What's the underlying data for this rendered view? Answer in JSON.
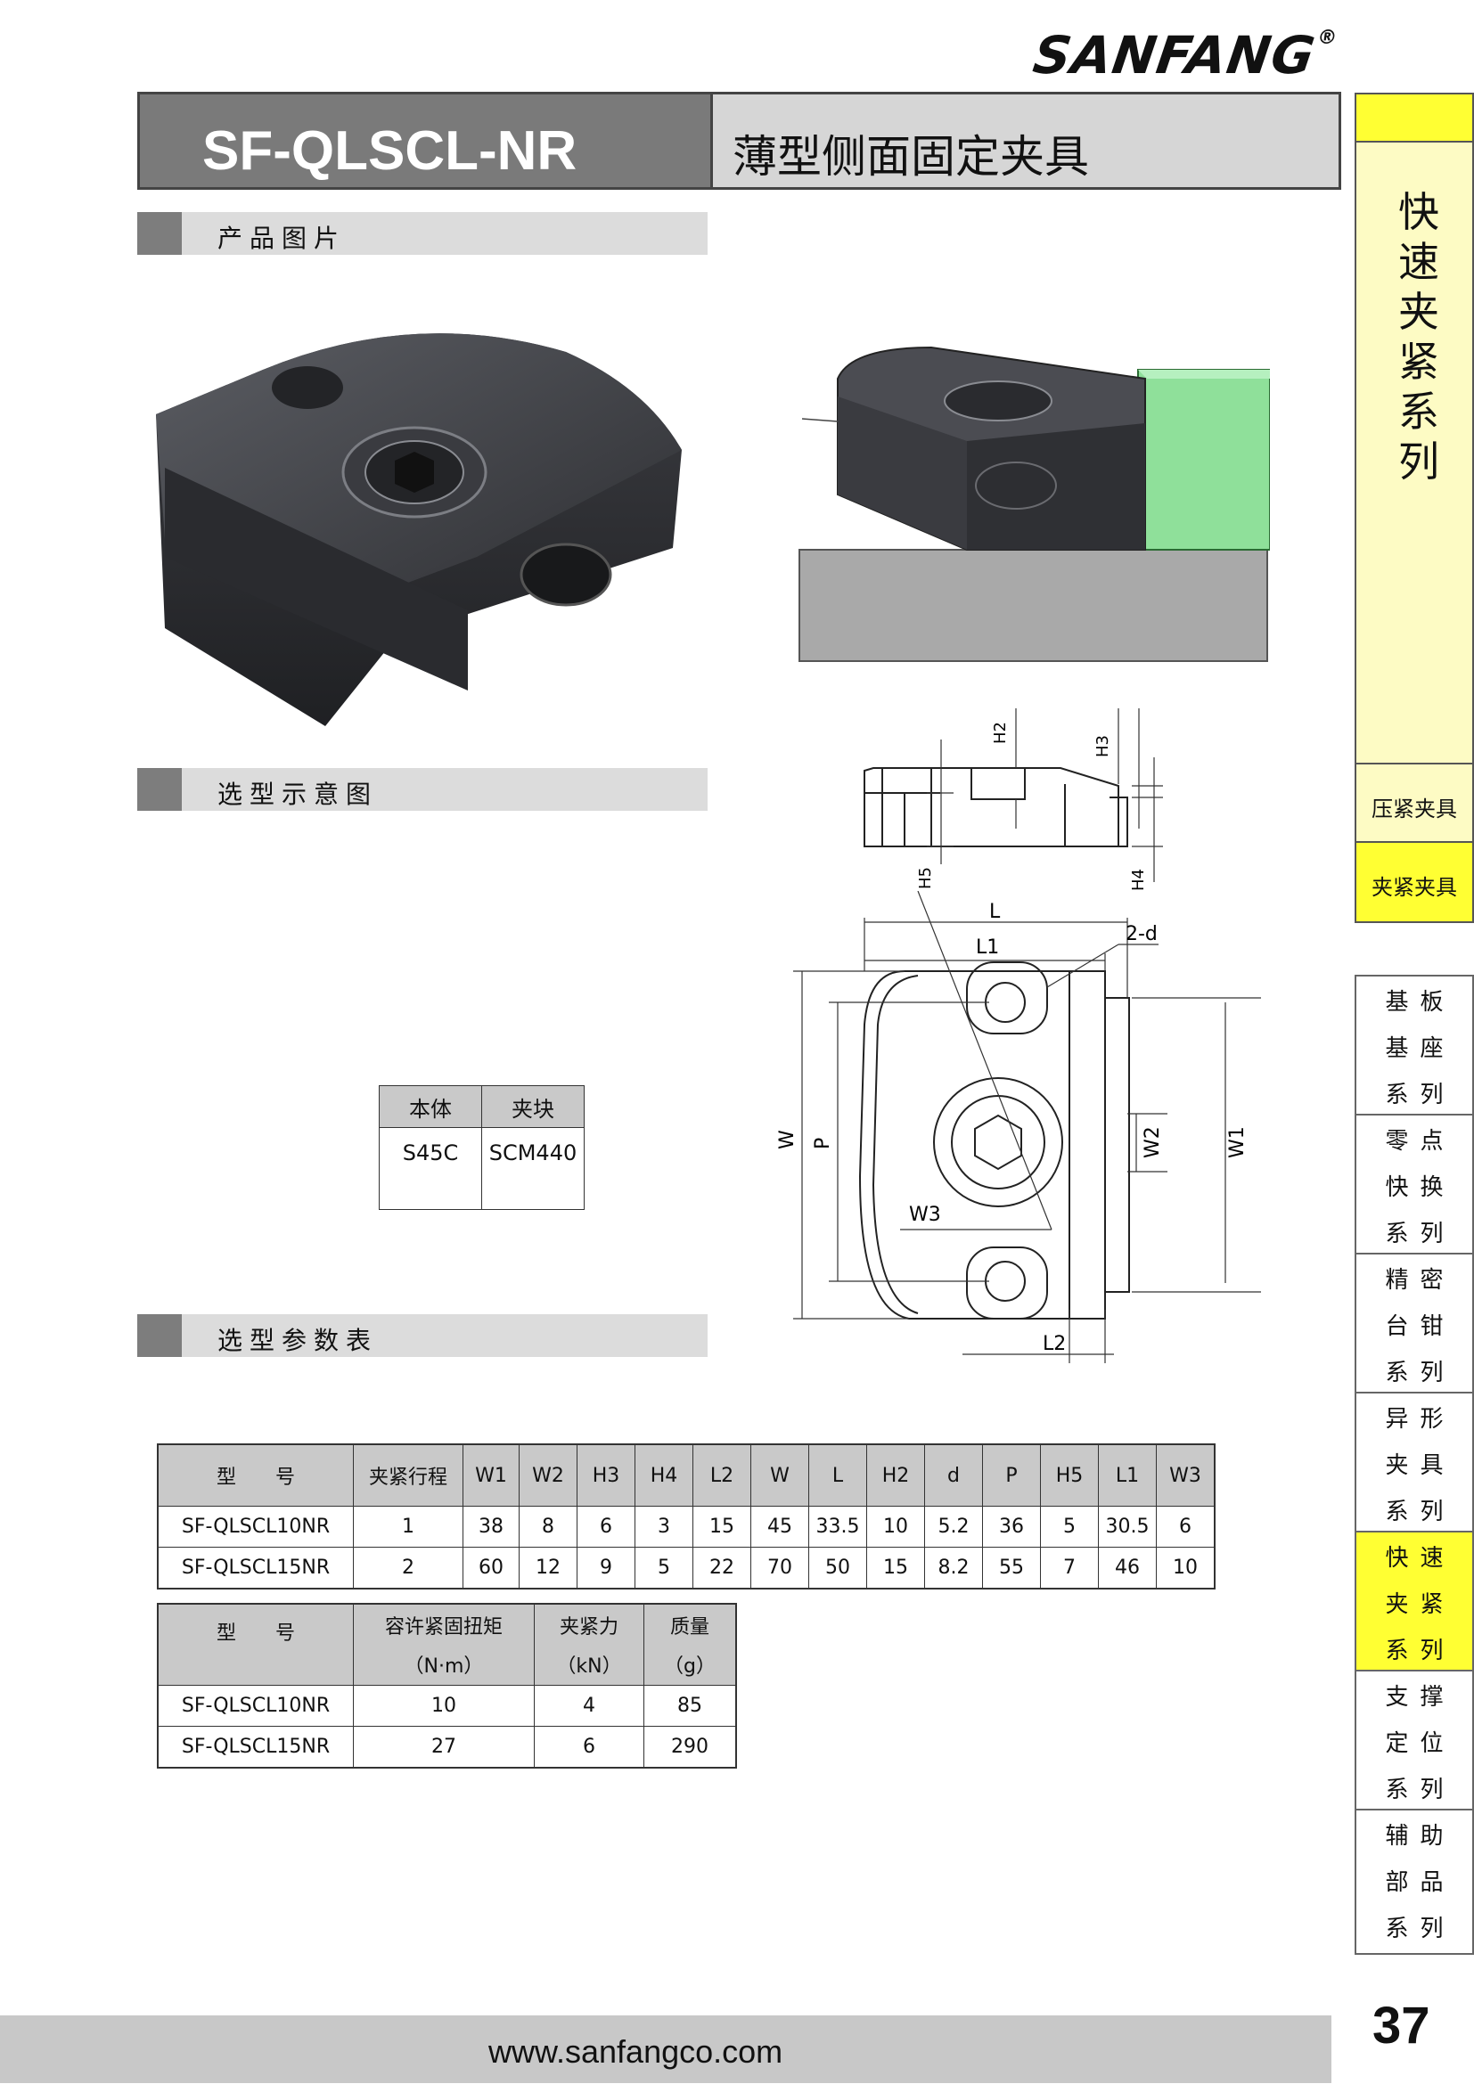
{
  "brand": "SANFANG",
  "brand_mark": "®",
  "title": {
    "code": "SF-QLSCL-NR",
    "name": "薄型侧面固定夹具"
  },
  "sections": {
    "photo": "产品图片",
    "diagram": "选型示意图",
    "params": "选型参数表"
  },
  "sidebar": {
    "main_title": "快速夹紧系列",
    "sub1": "压紧夹具",
    "sub2": "夹紧夹具",
    "categories": [
      {
        "lines": [
          [
            "基",
            "板"
          ],
          [
            "基",
            "座"
          ],
          [
            "系",
            "列"
          ]
        ],
        "active": false
      },
      {
        "lines": [
          [
            "零",
            "点"
          ],
          [
            "快",
            "换"
          ],
          [
            "系",
            "列"
          ]
        ],
        "active": false
      },
      {
        "lines": [
          [
            "精",
            "密"
          ],
          [
            "台",
            "钳"
          ],
          [
            "系",
            "列"
          ]
        ],
        "active": false
      },
      {
        "lines": [
          [
            "异",
            "形"
          ],
          [
            "夹",
            "具"
          ],
          [
            "系",
            "列"
          ]
        ],
        "active": false
      },
      {
        "lines": [
          [
            "快",
            "速"
          ],
          [
            "夹",
            "紧"
          ],
          [
            "系",
            "列"
          ]
        ],
        "active": true
      },
      {
        "lines": [
          [
            "支",
            "撑"
          ],
          [
            "定",
            "位"
          ],
          [
            "系",
            "列"
          ]
        ],
        "active": false
      },
      {
        "lines": [
          [
            "辅",
            "助"
          ],
          [
            "部",
            "品"
          ],
          [
            "系",
            "列"
          ]
        ],
        "active": false
      }
    ]
  },
  "material": {
    "headers": [
      "本体",
      "夹块"
    ],
    "values": [
      "S45C",
      "SCM440"
    ]
  },
  "dims": {
    "H2": "H2",
    "H3": "H3",
    "H4": "H4",
    "H5": "H5",
    "L": "L",
    "L1": "L1",
    "L2": "L2",
    "d": "2-d",
    "W": "W",
    "P": "P",
    "W1": "W1",
    "W2": "W2",
    "W3": "W3"
  },
  "spec1": {
    "headers": [
      "型　　号",
      "夹紧行程",
      "W1",
      "W2",
      "H3",
      "H4",
      "L2",
      "W",
      "L",
      "H2",
      "d",
      "P",
      "H5",
      "L1",
      "W3"
    ],
    "rows": [
      [
        "SF-QLSCL10NR",
        "1",
        "38",
        "8",
        "6",
        "3",
        "15",
        "45",
        "33.5",
        "10",
        "5.2",
        "36",
        "5",
        "30.5",
        "6"
      ],
      [
        "SF-QLSCL15NR",
        "2",
        "60",
        "12",
        "9",
        "5",
        "22",
        "70",
        "50",
        "15",
        "8.2",
        "55",
        "7",
        "46",
        "10"
      ]
    ]
  },
  "spec2": {
    "headers": [
      {
        "l1": "型　　号",
        "l2": ""
      },
      {
        "l1": "容许紧固扭矩",
        "l2": "（N·m）"
      },
      {
        "l1": "夹紧力",
        "l2": "（kN）"
      },
      {
        "l1": "质量",
        "l2": "（g）"
      }
    ],
    "rows": [
      [
        "SF-QLSCL10NR",
        "10",
        "4",
        "85"
      ],
      [
        "SF-QLSCL15NR",
        "27",
        "6",
        "290"
      ]
    ]
  },
  "footer": {
    "url": "www.sanfangco.com",
    "page": "37"
  },
  "colors": {
    "title_gray": "#7a7a7a",
    "yellow": "#ffff33",
    "pale_yellow": "#fdfbc4",
    "green_block": "#8fe09a"
  }
}
